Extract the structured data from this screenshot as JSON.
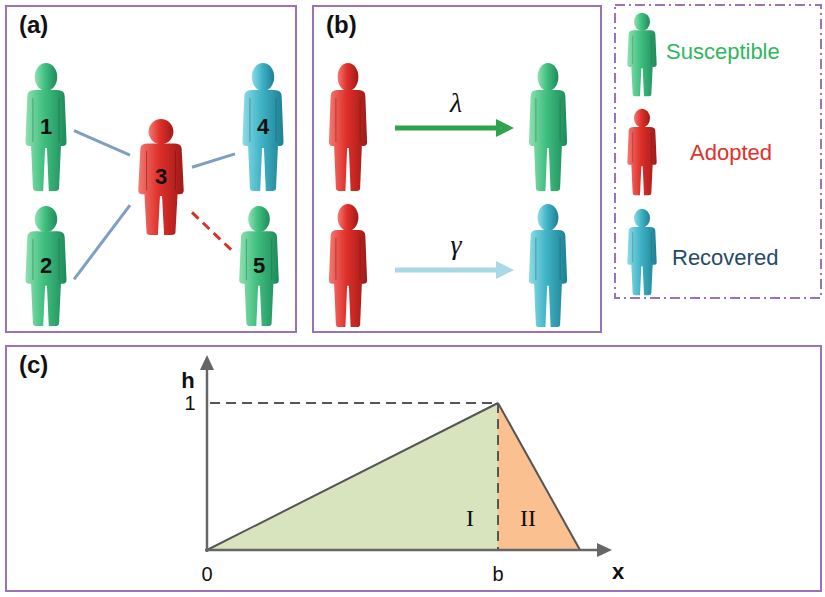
{
  "diagram": {
    "nodes": [
      {
        "text": [
          "(a)"
        ]
      },
      {
        "text": [
          "1"
        ],
        "in": 0
      },
      {
        "text": [
          "2"
        ],
        "in": 0
      },
      {
        "text": [
          "3"
        ],
        "in": 0
      },
      {
        "text": [
          "4"
        ],
        "in": 0
      },
      {
        "text": [
          "5"
        ],
        "in": 0
      },
      {
        "text": [
          "(b)"
        ]
      },
      {
        "text": [
          "(c)"
        ]
      }
    ],
    "edges": [
      {
        "from": 3,
        "to": 1,
        "arrow": "none"
      },
      {
        "from": 3,
        "to": 2,
        "arrow": "none"
      },
      {
        "from": 3,
        "to": 4,
        "arrow": "none"
      },
      {
        "from": 3,
        "to": 5,
        "arrow": "none"
      }
    ],
    "labels": [
      "λ",
      "γ",
      "h",
      "1",
      "0",
      "b",
      "x",
      "I",
      "II"
    ],
    "legend": [
      {
        "text": "Susceptible"
      },
      {
        "text": "Adopted"
      },
      {
        "text": "Recovered"
      }
    ]
  }
}
